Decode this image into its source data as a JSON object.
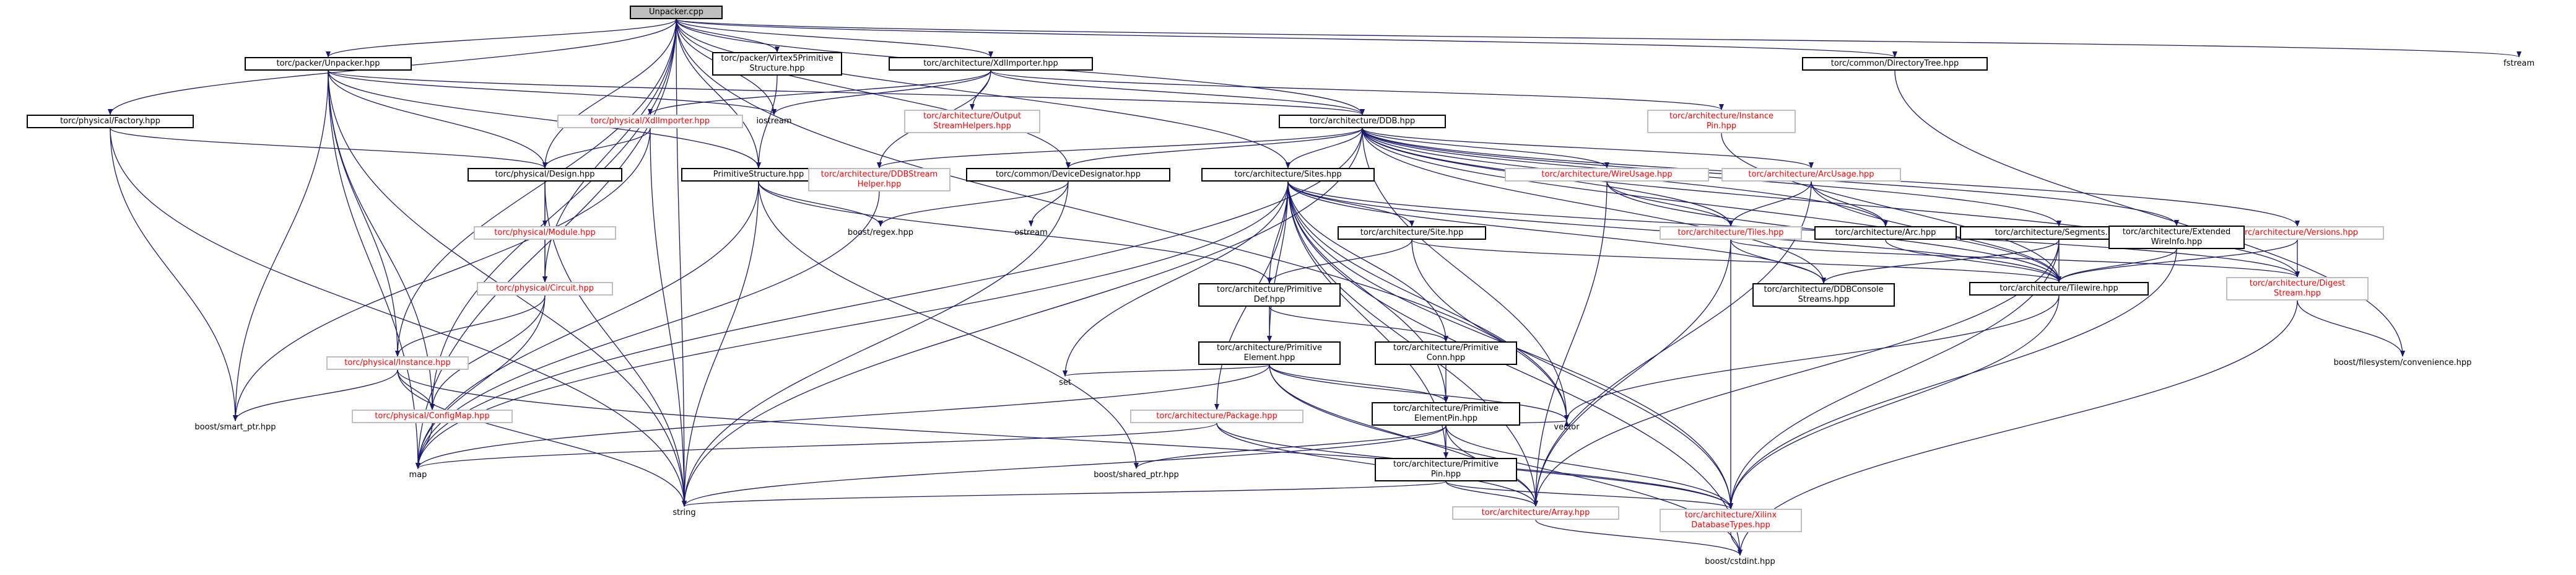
{
  "graph": {
    "nodes": [
      {
        "id": "root",
        "label": "Unpacker.cpp",
        "style": "root"
      },
      {
        "id": "unpacker_hpp",
        "label": "torc/packer/Unpacker.hpp",
        "style": "black"
      },
      {
        "id": "virtex5_prim",
        "label": "torc/packer/Virtex5Primitive\nStructure.hpp",
        "style": "black"
      },
      {
        "id": "xdl_importer",
        "label": "torc/architecture/XdlImporter.hpp",
        "style": "black"
      },
      {
        "id": "dir_tree",
        "label": "torc/common/DirectoryTree.hpp",
        "style": "black"
      },
      {
        "id": "fstream",
        "label": "fstream",
        "style": "plain"
      },
      {
        "id": "factory",
        "label": "torc/physical/Factory.hpp",
        "style": "black"
      },
      {
        "id": "phys_xdl_importer",
        "label": "torc/physical/XdlImporter.hpp",
        "style": "red"
      },
      {
        "id": "iostream",
        "label": "iostream",
        "style": "plain"
      },
      {
        "id": "output_stream",
        "label": "torc/architecture/Output\nStreamHelpers.hpp",
        "style": "red"
      },
      {
        "id": "ddb",
        "label": "torc/architecture/DDB.hpp",
        "style": "black"
      },
      {
        "id": "instance_pin",
        "label": "torc/architecture/Instance\nPin.hpp",
        "style": "red"
      },
      {
        "id": "design",
        "label": "torc/physical/Design.hpp",
        "style": "black"
      },
      {
        "id": "prim_structure",
        "label": "PrimitiveStructure.hpp",
        "style": "black"
      },
      {
        "id": "ddb_stream_helper",
        "label": "torc/architecture/DDBStream\nHelper.hpp",
        "style": "red"
      },
      {
        "id": "device_designator",
        "label": "torc/common/DeviceDesignator.hpp",
        "style": "black"
      },
      {
        "id": "sites",
        "label": "torc/architecture/Sites.hpp",
        "style": "black"
      },
      {
        "id": "wire_usage",
        "label": "torc/architecture/WireUsage.hpp",
        "style": "red"
      },
      {
        "id": "arc_usage",
        "label": "torc/architecture/ArcUsage.hpp",
        "style": "red"
      },
      {
        "id": "versions",
        "label": "torc/architecture/Versions.hpp",
        "style": "red"
      },
      {
        "id": "module",
        "label": "torc/physical/Module.hpp",
        "style": "red"
      },
      {
        "id": "boost_regex",
        "label": "boost/regex.hpp",
        "style": "plain"
      },
      {
        "id": "ostream",
        "label": "ostream",
        "style": "plain"
      },
      {
        "id": "site",
        "label": "torc/architecture/Site.hpp",
        "style": "black"
      },
      {
        "id": "tiles",
        "label": "torc/architecture/Tiles.hpp",
        "style": "red"
      },
      {
        "id": "arc",
        "label": "torc/architecture/Arc.hpp",
        "style": "black"
      },
      {
        "id": "segments",
        "label": "torc/architecture/Segments.hpp",
        "style": "black"
      },
      {
        "id": "extended_wireinfo",
        "label": "torc/architecture/Extended\nWireInfo.hpp",
        "style": "black"
      },
      {
        "id": "circuit",
        "label": "torc/physical/Circuit.hpp",
        "style": "red"
      },
      {
        "id": "primitive_def",
        "label": "torc/architecture/Primitive\nDef.hpp",
        "style": "black"
      },
      {
        "id": "ddb_console",
        "label": "torc/architecture/DDBConsole\nStreams.hpp",
        "style": "black"
      },
      {
        "id": "tilewire",
        "label": "torc/architecture/Tilewire.hpp",
        "style": "black"
      },
      {
        "id": "digest_stream",
        "label": "torc/architecture/Digest\nStream.hpp",
        "style": "red"
      },
      {
        "id": "instance",
        "label": "torc/physical/Instance.hpp",
        "style": "red"
      },
      {
        "id": "prim_element",
        "label": "torc/architecture/Primitive\nElement.hpp",
        "style": "black"
      },
      {
        "id": "prim_conn",
        "label": "torc/architecture/Primitive\nConn.hpp",
        "style": "black"
      },
      {
        "id": "boost_fs_conv",
        "label": "boost/filesystem/convenience.hpp",
        "style": "plain"
      },
      {
        "id": "boost_smart_ptr",
        "label": "boost/smart_ptr.hpp",
        "style": "plain"
      },
      {
        "id": "set",
        "label": "set",
        "style": "plain"
      },
      {
        "id": "configmap",
        "label": "torc/physical/ConfigMap.hpp",
        "style": "red"
      },
      {
        "id": "package",
        "label": "torc/architecture/Package.hpp",
        "style": "red"
      },
      {
        "id": "prim_element_pin",
        "label": "torc/architecture/Primitive\nElementPin.hpp",
        "style": "black"
      },
      {
        "id": "vector",
        "label": "vector",
        "style": "plain"
      },
      {
        "id": "map",
        "label": "map",
        "style": "plain"
      },
      {
        "id": "boost_shared_ptr",
        "label": "boost/shared_ptr.hpp",
        "style": "plain"
      },
      {
        "id": "prim_pin",
        "label": "torc/architecture/Primitive\nPin.hpp",
        "style": "black"
      },
      {
        "id": "string",
        "label": "string",
        "style": "plain"
      },
      {
        "id": "array",
        "label": "torc/architecture/Array.hpp",
        "style": "red"
      },
      {
        "id": "xilinx_db_types",
        "label": "torc/architecture/Xilinx\nDatabaseTypes.hpp",
        "style": "red"
      },
      {
        "id": "boost_cstdint",
        "label": "boost/cstdint.hpp",
        "style": "plain"
      }
    ],
    "edges": [
      [
        "root",
        "unpacker_hpp"
      ],
      [
        "root",
        "virtex5_prim"
      ],
      [
        "root",
        "xdl_importer"
      ],
      [
        "root",
        "dir_tree"
      ],
      [
        "root",
        "fstream"
      ],
      [
        "root",
        "factory"
      ],
      [
        "root",
        "iostream"
      ],
      [
        "root",
        "ddb"
      ],
      [
        "root",
        "design"
      ],
      [
        "root",
        "prim_structure"
      ],
      [
        "root",
        "device_designator"
      ],
      [
        "root",
        "sites"
      ],
      [
        "root",
        "circuit"
      ],
      [
        "root",
        "instance"
      ],
      [
        "root",
        "configmap"
      ],
      [
        "root",
        "map"
      ],
      [
        "root",
        "string"
      ],
      [
        "root",
        "vector"
      ],
      [
        "unpacker_hpp",
        "iostream"
      ],
      [
        "unpacker_hpp",
        "ddb"
      ],
      [
        "unpacker_hpp",
        "design"
      ],
      [
        "unpacker_hpp",
        "prim_structure"
      ],
      [
        "unpacker_hpp",
        "instance"
      ],
      [
        "unpacker_hpp",
        "configmap"
      ],
      [
        "unpacker_hpp",
        "boost_smart_ptr"
      ],
      [
        "unpacker_hpp",
        "map"
      ],
      [
        "unpacker_hpp",
        "string"
      ],
      [
        "virtex5_prim",
        "prim_structure"
      ],
      [
        "xdl_importer",
        "phys_xdl_importer"
      ],
      [
        "xdl_importer",
        "iostream"
      ],
      [
        "xdl_importer",
        "output_stream"
      ],
      [
        "xdl_importer",
        "ddb"
      ],
      [
        "xdl_importer",
        "instance_pin"
      ],
      [
        "xdl_importer",
        "ddb_stream_helper"
      ],
      [
        "dir_tree",
        "boost_fs_conv"
      ],
      [
        "factory",
        "design"
      ],
      [
        "factory",
        "boost_smart_ptr"
      ],
      [
        "factory",
        "string"
      ],
      [
        "phys_xdl_importer",
        "design"
      ],
      [
        "phys_xdl_importer",
        "boost_smart_ptr"
      ],
      [
        "phys_xdl_importer",
        "string"
      ],
      [
        "ddb",
        "ddb_stream_helper"
      ],
      [
        "ddb",
        "device_designator"
      ],
      [
        "ddb",
        "sites"
      ],
      [
        "ddb",
        "wire_usage"
      ],
      [
        "ddb",
        "arc_usage"
      ],
      [
        "ddb",
        "versions"
      ],
      [
        "ddb",
        "tiles"
      ],
      [
        "ddb",
        "arc"
      ],
      [
        "ddb",
        "segments"
      ],
      [
        "ddb",
        "extended_wireinfo"
      ],
      [
        "ddb",
        "ddb_console"
      ],
      [
        "ddb",
        "tilewire"
      ],
      [
        "ddb",
        "digest_stream"
      ],
      [
        "ddb",
        "map"
      ],
      [
        "ddb",
        "string"
      ],
      [
        "ddb",
        "vector"
      ],
      [
        "instance_pin",
        "tilewire"
      ],
      [
        "design",
        "module"
      ],
      [
        "design",
        "circuit"
      ],
      [
        "design",
        "string"
      ],
      [
        "prim_structure",
        "boost_regex"
      ],
      [
        "prim_structure",
        "primitive_def"
      ],
      [
        "prim_structure",
        "boost_shared_ptr"
      ],
      [
        "prim_structure",
        "map"
      ],
      [
        "prim_structure",
        "string"
      ],
      [
        "ddb_stream_helper",
        "map"
      ],
      [
        "device_designator",
        "boost_regex"
      ],
      [
        "device_designator",
        "ostream"
      ],
      [
        "device_designator",
        "string"
      ],
      [
        "sites",
        "site"
      ],
      [
        "sites",
        "primitive_def"
      ],
      [
        "sites",
        "prim_element"
      ],
      [
        "sites",
        "prim_conn"
      ],
      [
        "sites",
        "prim_element_pin"
      ],
      [
        "sites",
        "prim_pin"
      ],
      [
        "sites",
        "package"
      ],
      [
        "sites",
        "ddb_console"
      ],
      [
        "sites",
        "tilewire"
      ],
      [
        "sites",
        "xilinx_db_types"
      ],
      [
        "sites",
        "array"
      ],
      [
        "sites",
        "digest_stream"
      ],
      [
        "sites",
        "set"
      ],
      [
        "sites",
        "map"
      ],
      [
        "sites",
        "vector"
      ],
      [
        "sites",
        "boost_cstdint"
      ],
      [
        "wire_usage",
        "tiles"
      ],
      [
        "wire_usage",
        "tilewire"
      ],
      [
        "wire_usage",
        "array"
      ],
      [
        "arc_usage",
        "tiles"
      ],
      [
        "arc_usage",
        "arc"
      ],
      [
        "arc_usage",
        "tilewire"
      ],
      [
        "arc_usage",
        "array"
      ],
      [
        "versions",
        "digest_stream"
      ],
      [
        "versions",
        "tilewire"
      ],
      [
        "module",
        "circuit"
      ],
      [
        "site",
        "primitive_def"
      ],
      [
        "site",
        "tilewire"
      ],
      [
        "site",
        "xilinx_db_types"
      ],
      [
        "tiles",
        "ddb_console"
      ],
      [
        "tiles",
        "xilinx_db_types"
      ],
      [
        "tiles",
        "array"
      ],
      [
        "tiles",
        "digest_stream"
      ],
      [
        "arc",
        "tilewire"
      ],
      [
        "segments",
        "ddb_console"
      ],
      [
        "segments",
        "tilewire"
      ],
      [
        "segments",
        "xilinx_db_types"
      ],
      [
        "segments",
        "array"
      ],
      [
        "extended_wireinfo",
        "tilewire"
      ],
      [
        "extended_wireinfo",
        "xilinx_db_types"
      ],
      [
        "circuit",
        "instance"
      ],
      [
        "circuit",
        "configmap"
      ],
      [
        "circuit",
        "map"
      ],
      [
        "primitive_def",
        "prim_element"
      ],
      [
        "primitive_def",
        "prim_conn"
      ],
      [
        "tilewire",
        "xilinx_db_types"
      ],
      [
        "tilewire",
        "vector"
      ],
      [
        "digest_stream",
        "boost_fs_conv"
      ],
      [
        "digest_stream",
        "boost_cstdint"
      ],
      [
        "instance",
        "configmap"
      ],
      [
        "instance",
        "boost_smart_ptr"
      ],
      [
        "instance",
        "xilinx_db_types"
      ],
      [
        "instance",
        "string"
      ],
      [
        "prim_element",
        "prim_element_pin"
      ],
      [
        "prim_element",
        "set"
      ],
      [
        "prim_element",
        "map"
      ],
      [
        "prim_element",
        "vector"
      ],
      [
        "prim_element",
        "array"
      ],
      [
        "prim_element",
        "boost_cstdint"
      ],
      [
        "prim_conn",
        "prim_element_pin"
      ],
      [
        "configmap",
        "map"
      ],
      [
        "package",
        "map"
      ],
      [
        "package",
        "array"
      ],
      [
        "package",
        "xilinx_db_types"
      ],
      [
        "prim_element_pin",
        "prim_pin"
      ],
      [
        "prim_element_pin",
        "boost_shared_ptr"
      ],
      [
        "prim_element_pin",
        "vector"
      ],
      [
        "prim_element_pin",
        "string"
      ],
      [
        "prim_element_pin",
        "array"
      ],
      [
        "prim_element_pin",
        "xilinx_db_types"
      ],
      [
        "prim_pin",
        "string"
      ],
      [
        "prim_pin",
        "array"
      ],
      [
        "prim_pin",
        "xilinx_db_types"
      ],
      [
        "array",
        "boost_cstdint"
      ],
      [
        "xilinx_db_types",
        "boost_cstdint"
      ]
    ]
  }
}
